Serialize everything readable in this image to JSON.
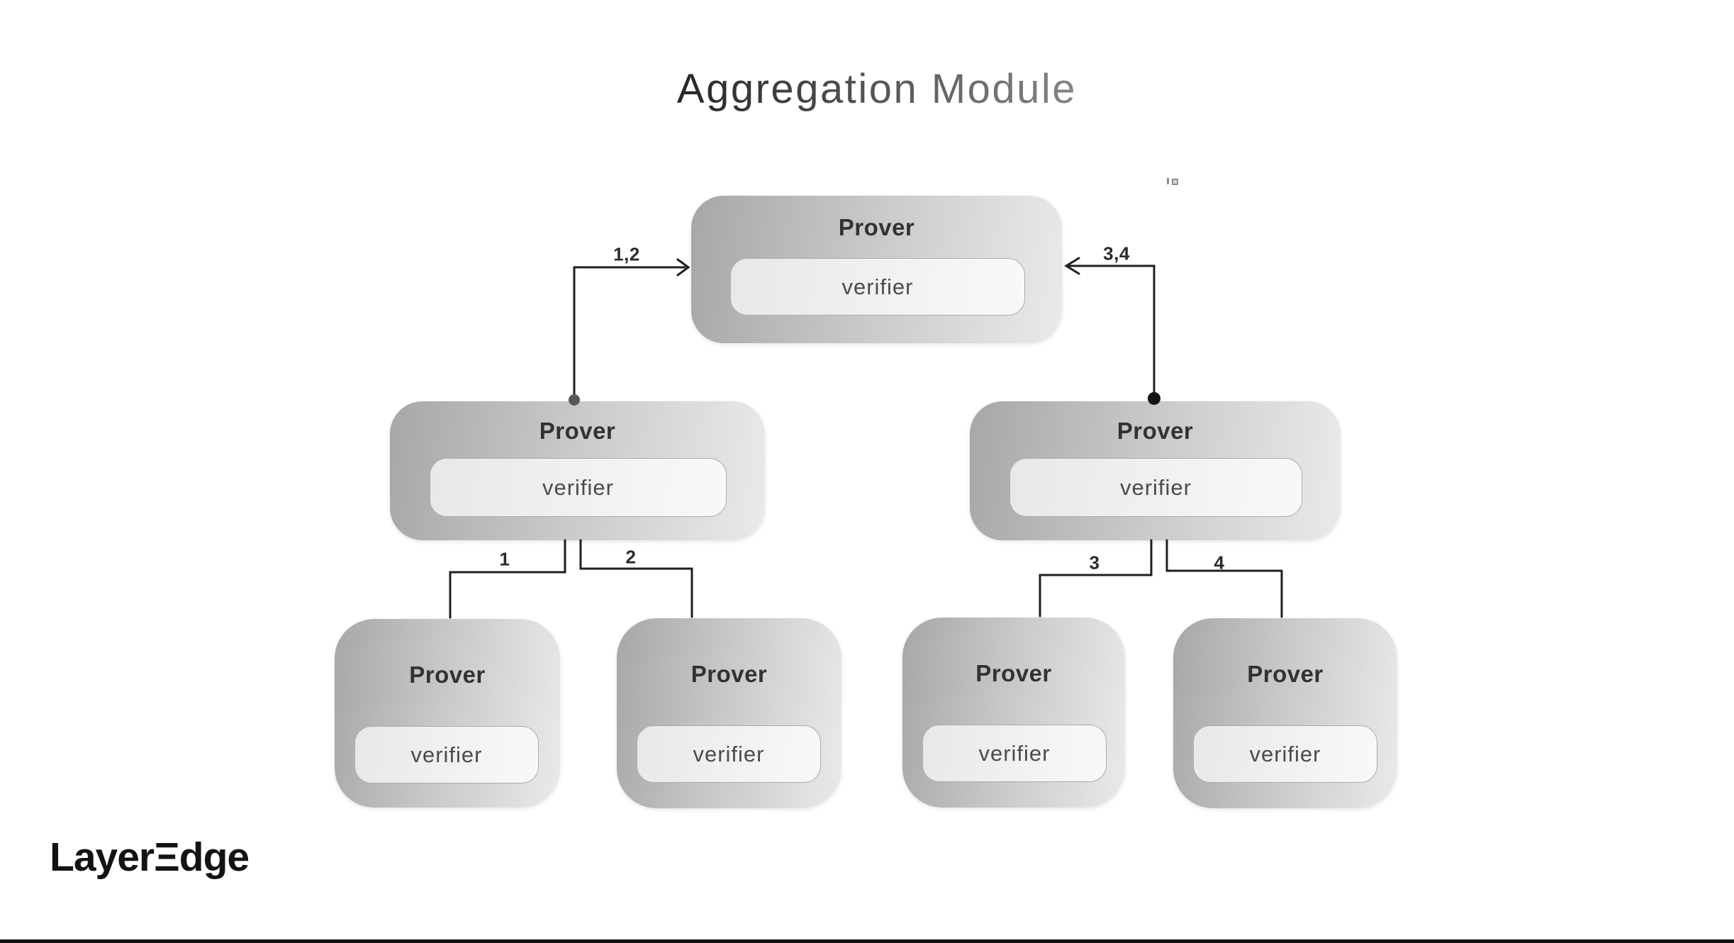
{
  "title": "Aggregation Module",
  "nodes": [
    {
      "role": "aggregator-prover",
      "label": "Prover",
      "verifier": "verifier"
    },
    {
      "role": "mid-left-prover",
      "label": "Prover",
      "verifier": "verifier"
    },
    {
      "role": "mid-right-prover",
      "label": "Prover",
      "verifier": "verifier"
    },
    {
      "role": "leaf-prover-1",
      "label": "Prover",
      "verifier": "verifier"
    },
    {
      "role": "leaf-prover-2",
      "label": "Prover",
      "verifier": "verifier"
    },
    {
      "role": "leaf-prover-3",
      "label": "Prover",
      "verifier": "verifier"
    },
    {
      "role": "leaf-prover-4",
      "label": "Prover",
      "verifier": "verifier"
    }
  ],
  "edges": [
    {
      "id": "mid-left-to-aggregator",
      "label": "1,2"
    },
    {
      "id": "mid-right-to-aggregator",
      "label": "3,4"
    },
    {
      "id": "mid-left-to-leaf-1",
      "label": "1"
    },
    {
      "id": "mid-left-to-leaf-2",
      "label": "2"
    },
    {
      "id": "mid-right-to-leaf-3",
      "label": "3"
    },
    {
      "id": "mid-right-to-leaf-4",
      "label": "4"
    }
  ],
  "logo": {
    "prefix": "Layer",
    "xi": "Ξ",
    "suffix": "dge"
  },
  "colors": {
    "background": "#ffffff",
    "box_gradient_start": "#a7a7a7",
    "box_gradient_end": "#eaeaea",
    "pill_gradient_start": "#e8e8e8",
    "pill_gradient_end": "#f9f9f9",
    "pill_border": "#b3aaa8",
    "connector_line": "#1f1f1f",
    "left_junction_dot": "#575757",
    "right_junction_dot": "#141414",
    "title_dark": "#242424",
    "title_light": "#8f8f8f",
    "logo_color": "#131313",
    "bottom_bar": "#111111"
  }
}
